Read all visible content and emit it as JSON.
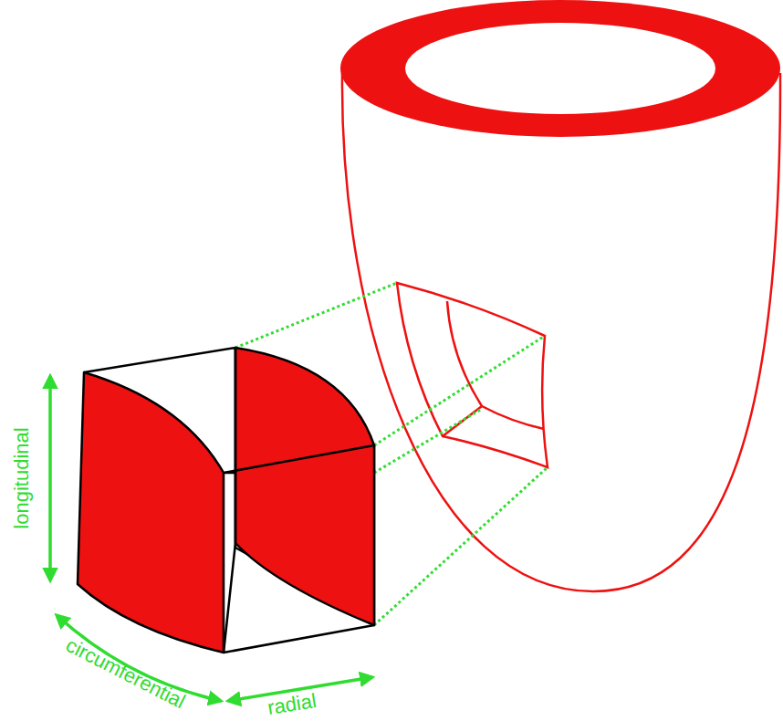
{
  "diagram": {
    "labels": [
      "longitudinal",
      "circumferential",
      "radial"
    ]
  }
}
